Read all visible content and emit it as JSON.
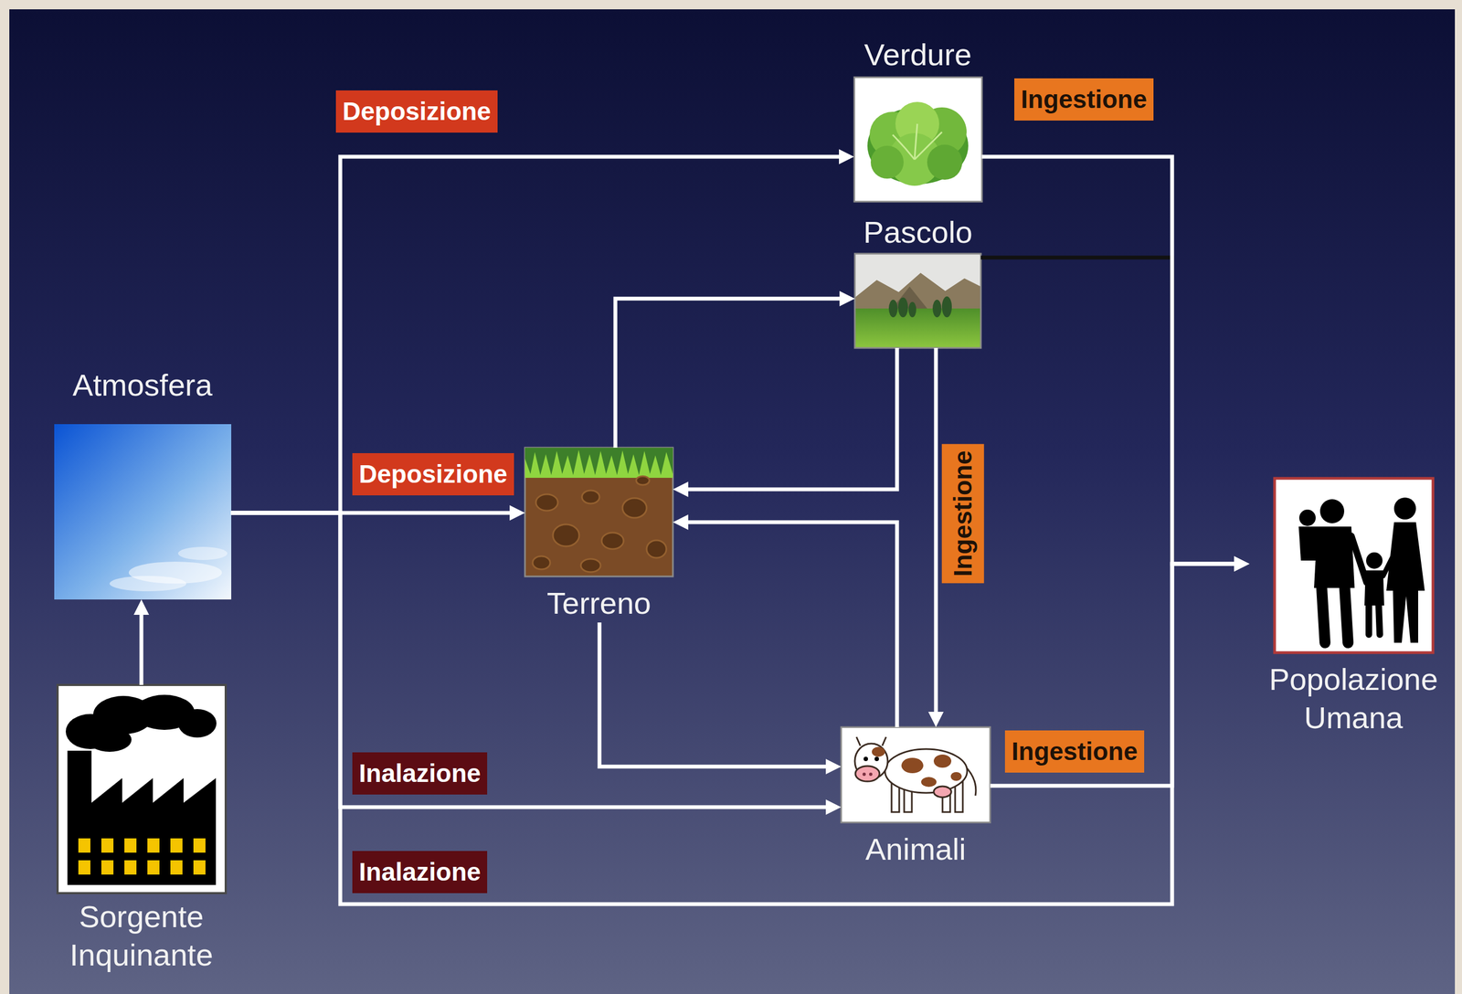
{
  "diagram": {
    "nodes": [
      {
        "text": [
          "Verdure"
        ]
      },
      {
        "text": [
          "Pascolo"
        ]
      },
      {
        "text": [
          "Atmosfera"
        ]
      },
      {
        "text": [
          "Terreno"
        ]
      },
      {
        "text": [
          "Popolazione Umana"
        ]
      },
      {
        "text": [
          "Animali"
        ]
      },
      {
        "text": [
          "Sorgente Inquinante"
        ]
      }
    ],
    "edges": [
      {
        "from": 6,
        "to": 2,
        "arrow": "to"
      },
      {
        "from": 2,
        "to": 3,
        "label": "Deposizione",
        "arrow": "to"
      },
      {
        "from": 2,
        "to": 0,
        "label": "Deposizione",
        "arrow": "to"
      },
      {
        "from": 2,
        "to": 5,
        "label": "Inalazione",
        "arrow": "to"
      },
      {
        "from": 2,
        "to": 4,
        "label": "Inalazione",
        "arrow": "to"
      },
      {
        "from": 3,
        "to": 1,
        "arrow": "to"
      },
      {
        "from": 1,
        "to": 3,
        "arrow": "to"
      },
      {
        "from": 5,
        "to": 3,
        "arrow": "to"
      },
      {
        "from": 3,
        "to": 5,
        "arrow": "to"
      },
      {
        "from": 1,
        "to": 5,
        "label": "Ingestione",
        "arrow": "to"
      },
      {
        "from": 0,
        "to": 4,
        "label": "Ingestione",
        "arrow": "to"
      },
      {
        "from": 1,
        "to": 4,
        "arrow": "to"
      },
      {
        "from": 5,
        "to": 4,
        "label": "Ingestione",
        "arrow": "to"
      }
    ]
  }
}
